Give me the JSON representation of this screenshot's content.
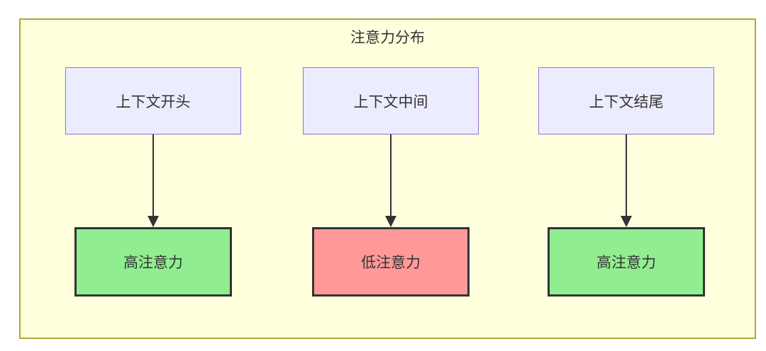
{
  "diagram": {
    "title": "注意力分布",
    "colors": {
      "canvas_background": "#ffffde",
      "canvas_border": "#aaaa33",
      "source_fill": "#ececff",
      "source_border": "#9370db",
      "high_attention_fill": "#90ee90",
      "low_attention_fill": "#ff9999",
      "result_border": "#333333",
      "arrow": "#333333",
      "text": "#333333"
    },
    "columns": [
      {
        "source": "上下文开头",
        "result": "高注意力",
        "level": "high"
      },
      {
        "source": "上下文中间",
        "result": "低注意力",
        "level": "low"
      },
      {
        "source": "上下文结尾",
        "result": "高注意力",
        "level": "high"
      }
    ]
  }
}
